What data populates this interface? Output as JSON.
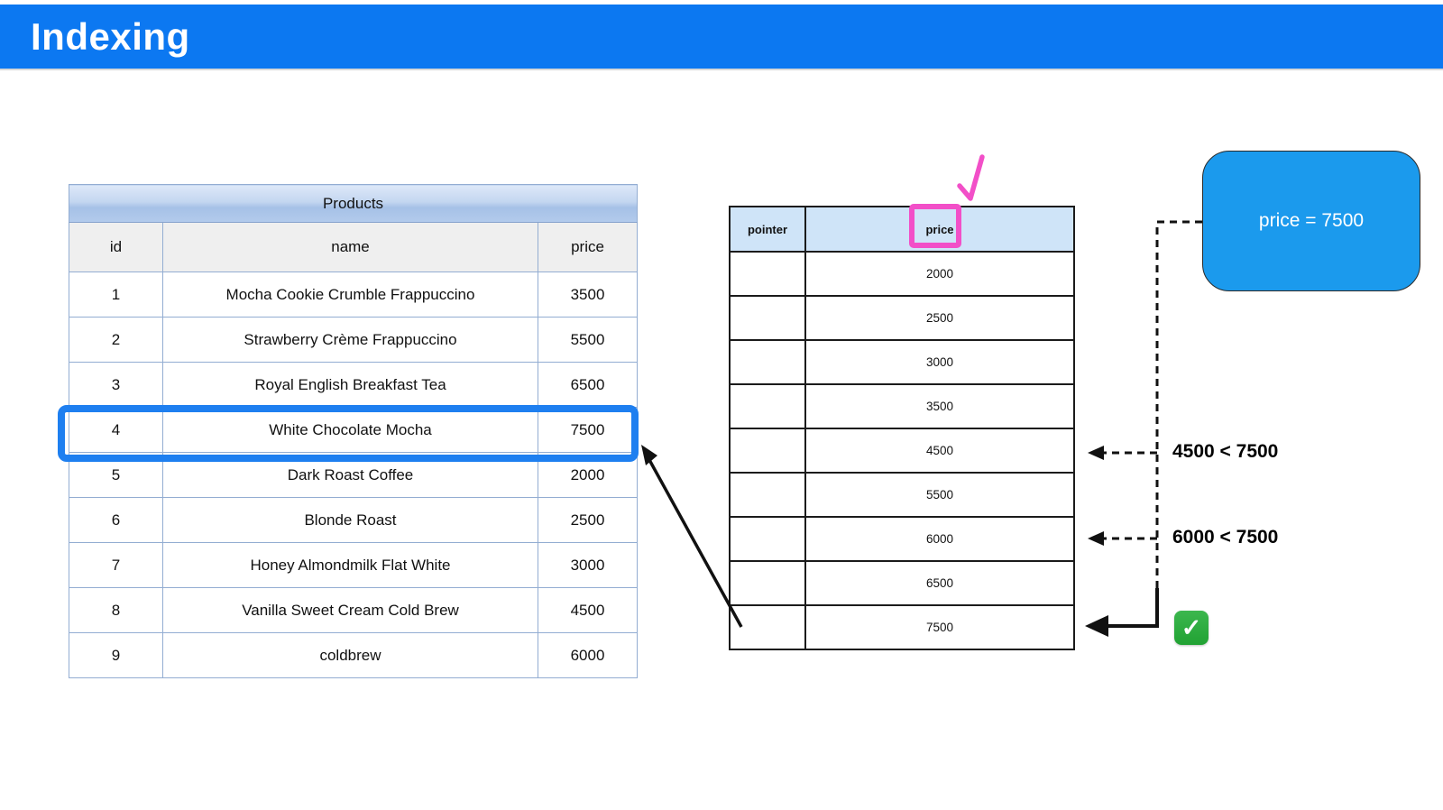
{
  "header": {
    "title": "Indexing"
  },
  "products_table": {
    "title": "Products",
    "columns": [
      "id",
      "name",
      "price"
    ],
    "rows": [
      {
        "id": "1",
        "name": "Mocha Cookie Crumble Frappuccino",
        "price": "3500"
      },
      {
        "id": "2",
        "name": "Strawberry Crème Frappuccino",
        "price": "5500"
      },
      {
        "id": "3",
        "name": "Royal English Breakfast Tea",
        "price": "6500"
      },
      {
        "id": "4",
        "name": "White Chocolate Mocha",
        "price": "7500"
      },
      {
        "id": "5",
        "name": "Dark Roast Coffee",
        "price": "2000"
      },
      {
        "id": "6",
        "name": "Blonde Roast",
        "price": "2500"
      },
      {
        "id": "7",
        "name": "Honey Almondmilk Flat White",
        "price": "3000"
      },
      {
        "id": "8",
        "name": "Vanilla Sweet Cream Cold Brew",
        "price": "4500"
      },
      {
        "id": "9",
        "name": "coldbrew",
        "price": "6000"
      }
    ],
    "highlighted_row_id": "4"
  },
  "index_table": {
    "columns": [
      "pointer",
      "price"
    ],
    "rows": [
      "2000",
      "2500",
      "3000",
      "3500",
      "4500",
      "5500",
      "6000",
      "6500",
      "7500"
    ],
    "highlighted_column": "price"
  },
  "query": {
    "label": "price = 7500"
  },
  "annotations": {
    "comparison_1": "4500 < 7500",
    "comparison_2": "6000 < 7500",
    "success_check": "✓"
  },
  "colors": {
    "header_bar": "#0c78f1",
    "query_box": "#1b9aed",
    "highlight_stroke": "#1e7ff0",
    "pink_marker": "#f24fc8",
    "success_green": "#21a233"
  }
}
